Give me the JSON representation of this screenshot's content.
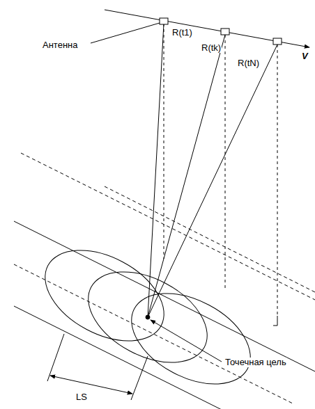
{
  "diagram": {
    "labels": [
      "Антенна",
      "R(t1)",
      "R(tk)",
      "R(tN)",
      "V",
      "Точечная цель",
      "LS"
    ]
  }
}
